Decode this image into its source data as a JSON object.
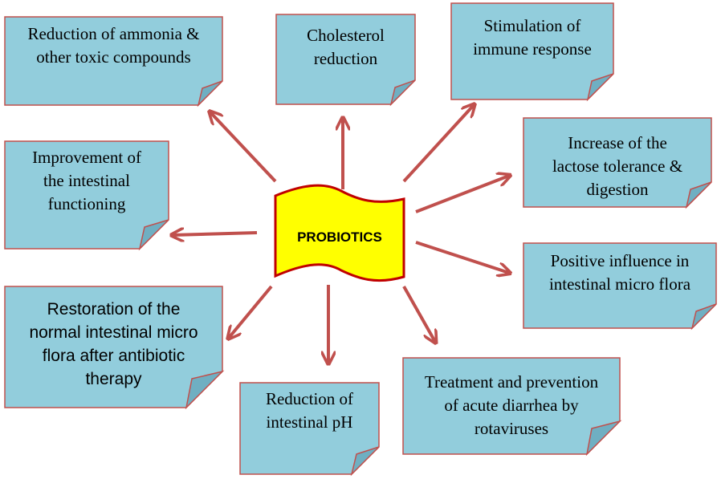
{
  "center": {
    "label": "PROBIOTICS"
  },
  "benefits": {
    "ammonia": "Reduction of ammonia &\nother toxic compounds",
    "cholesterol": "Cholesterol\nreduction",
    "immune": "Stimulation  of\nimmune response",
    "intestinal_functioning": "Improvement of\nthe intestinal\nfunctioning",
    "lactose": "Increase of the\nlactose tolerance &\ndigestion",
    "micro_flora": "Positive influence in\nintestinal micro flora",
    "restoration": "Restoration of the\nnormal intestinal micro\nflora after antibiotic\ntherapy",
    "ph": "Reduction of\nintestinal pH",
    "diarrhea": "Treatment and prevention\nof acute diarrhea by\nrotaviruses"
  },
  "colors": {
    "note_fill": "#92CDDC",
    "note_border": "#C0504D",
    "fold_fill": "#6FAFC2",
    "banner_fill": "#FFFF00",
    "banner_border": "#C00000",
    "arrow": "#C0504D"
  }
}
